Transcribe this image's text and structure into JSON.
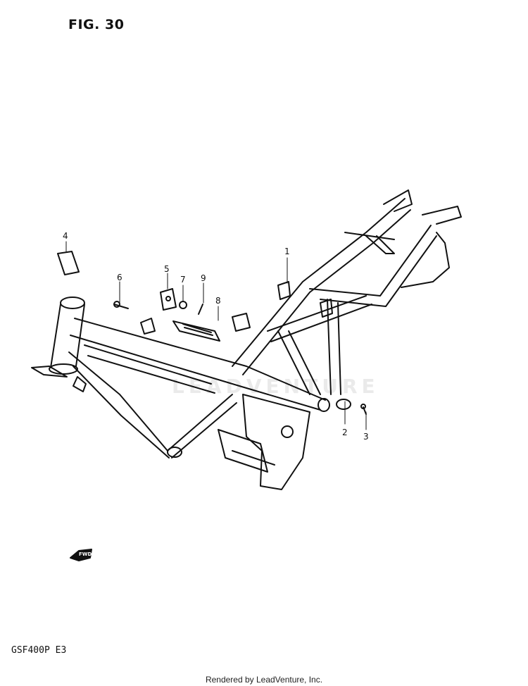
{
  "figure": {
    "title": "FIG. 30"
  },
  "model_code": "GSF400P  E3",
  "watermark": "LEADVENTURE",
  "footer": "Rendered by LeadVenture, Inc.",
  "fwd_label": "FWD",
  "callouts": [
    {
      "id": "1",
      "label": "1"
    },
    {
      "id": "2",
      "label": "2"
    },
    {
      "id": "3",
      "label": "3"
    },
    {
      "id": "4",
      "label": "4"
    },
    {
      "id": "5",
      "label": "5"
    },
    {
      "id": "6",
      "label": "6"
    },
    {
      "id": "7",
      "label": "7"
    },
    {
      "id": "8",
      "label": "8"
    },
    {
      "id": "9",
      "label": "9"
    }
  ]
}
